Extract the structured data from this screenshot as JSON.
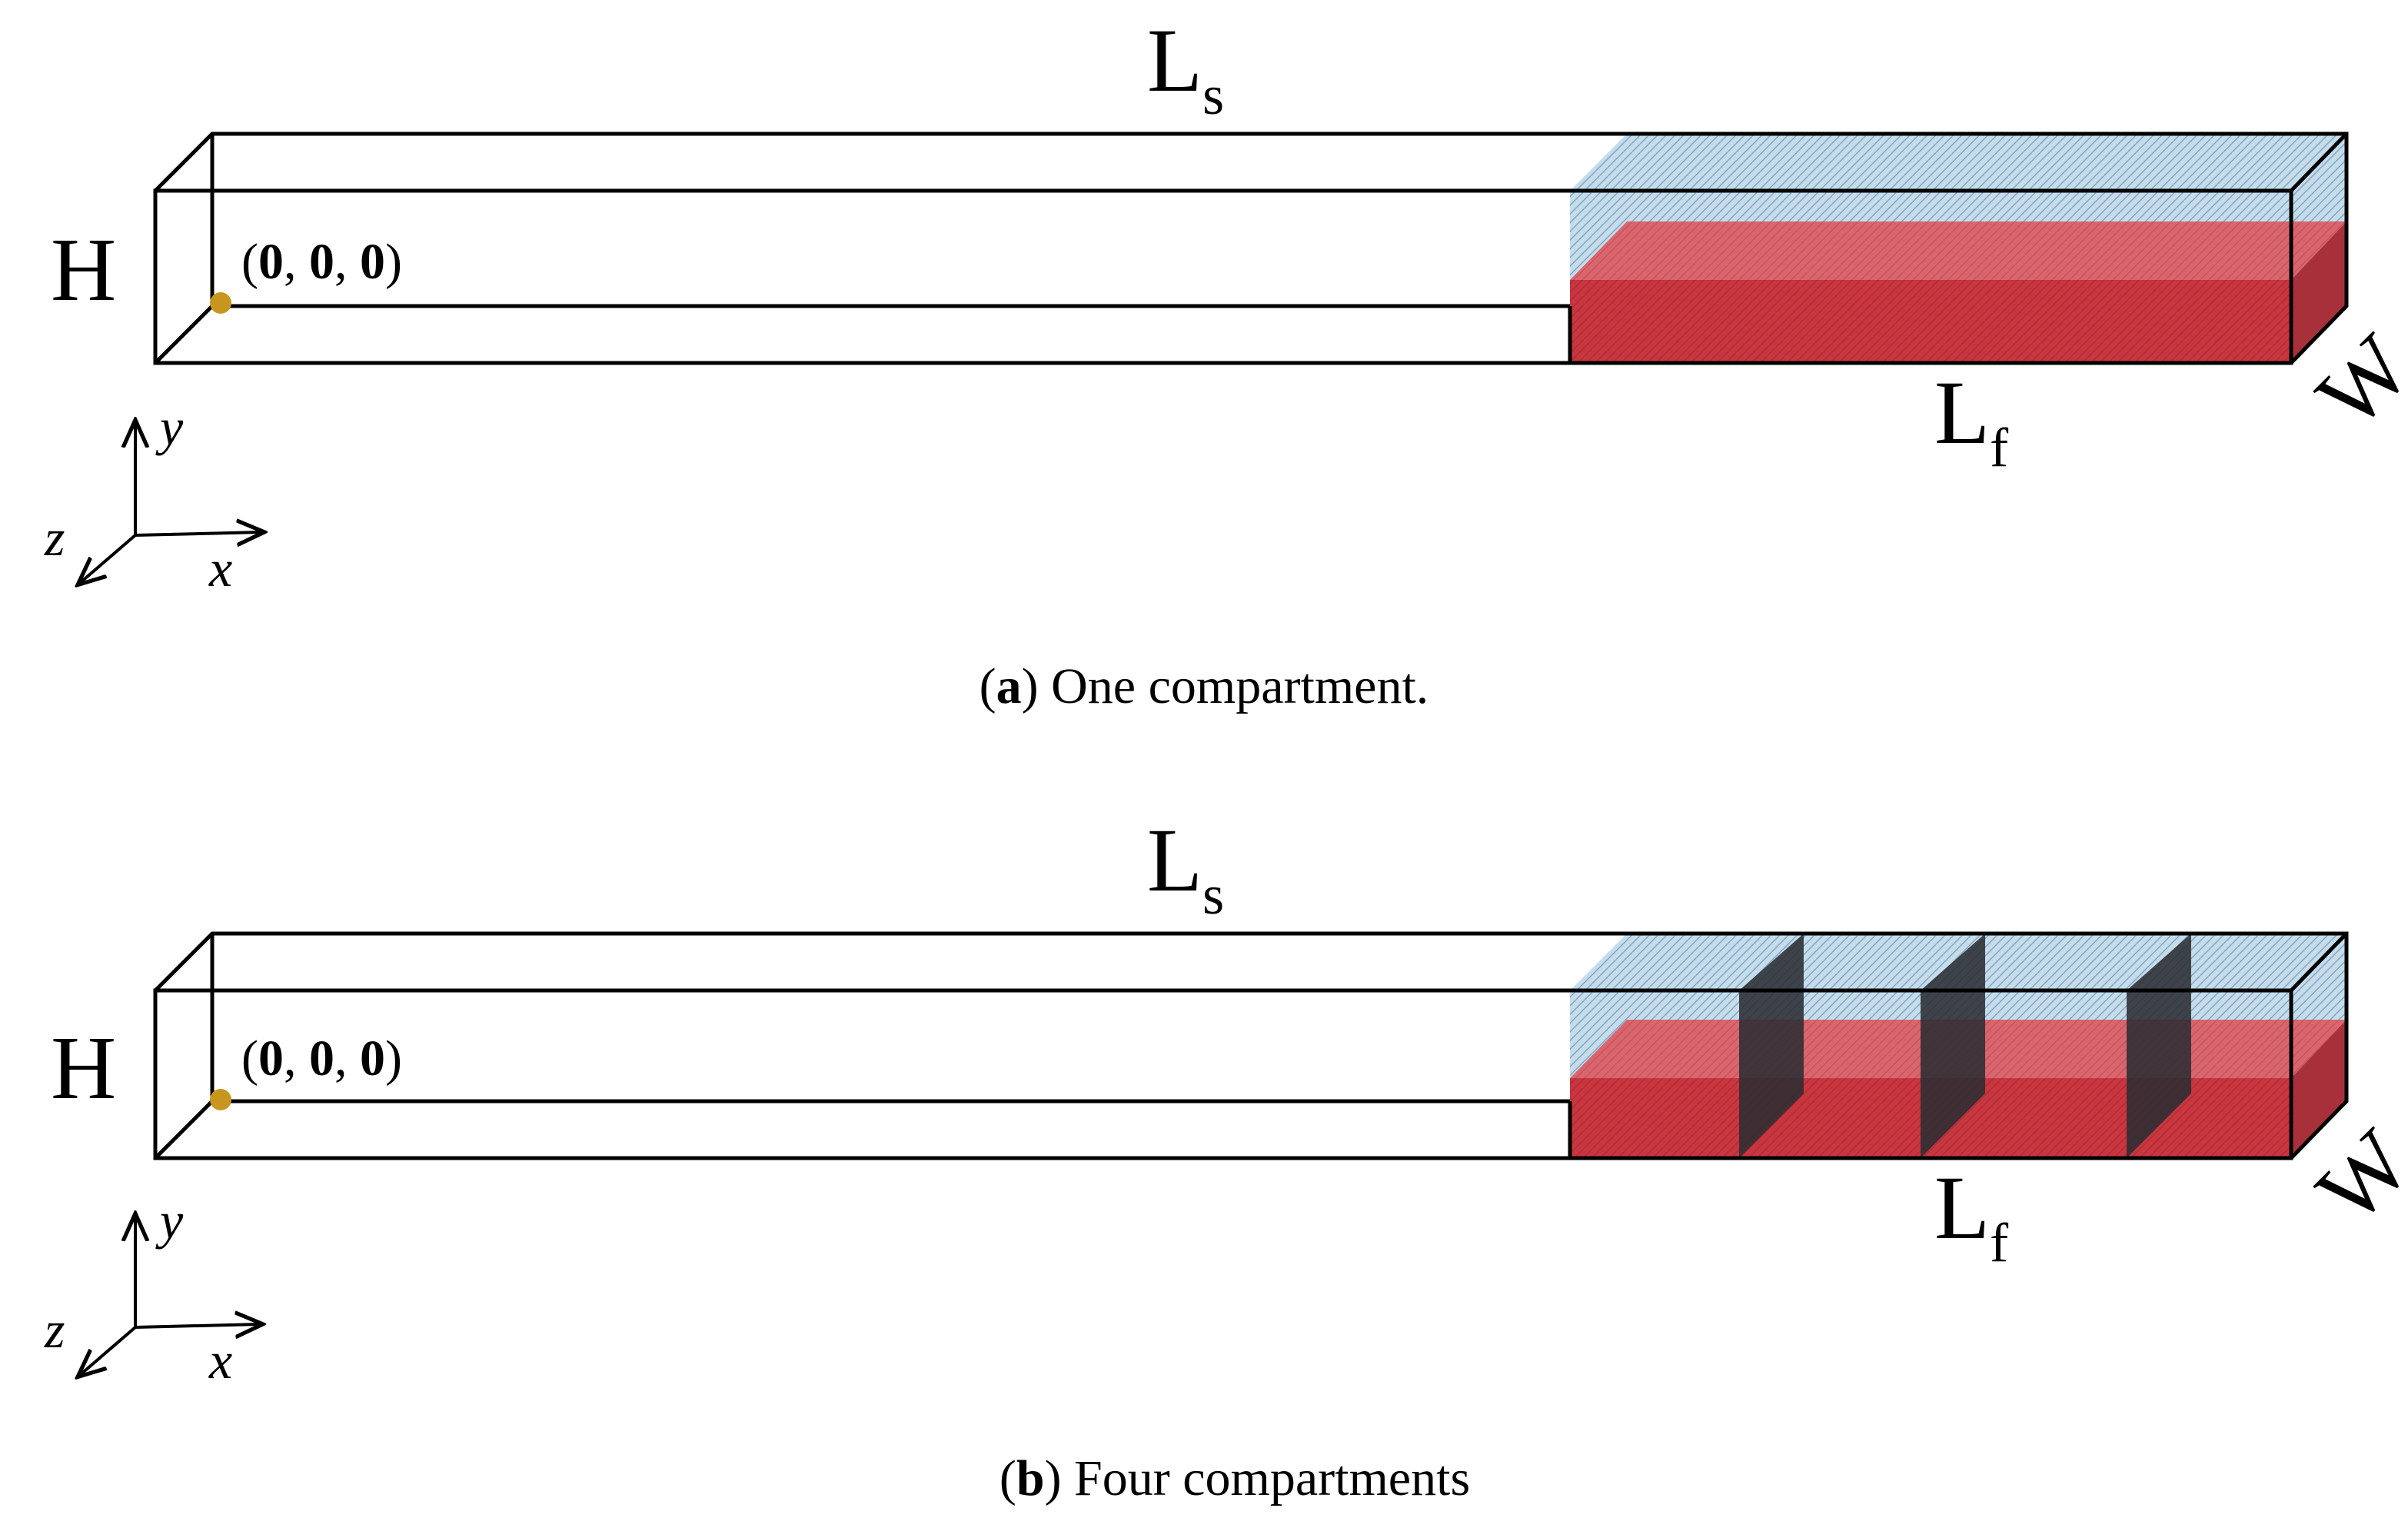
{
  "panels": [
    {
      "id": "a",
      "caption_letter": "a",
      "caption_text": " One compartment.",
      "labels": {
        "length_solid_main": "L",
        "length_solid_sub": "s",
        "length_fluid_main": "L",
        "length_fluid_sub": "f",
        "height": "H",
        "width": "W"
      },
      "origin": {
        "open": "(",
        "v1": "0",
        "v2": "0",
        "v3": "0",
        "close": ")",
        "sep": ", "
      },
      "axes": {
        "x": "x",
        "y": "y",
        "z": "z"
      },
      "baffle_count": 0
    },
    {
      "id": "b",
      "caption_letter": "b",
      "caption_text": " Four compartments",
      "labels": {
        "length_solid_main": "L",
        "length_solid_sub": "s",
        "length_fluid_main": "L",
        "length_fluid_sub": "f",
        "height": "H",
        "width": "W"
      },
      "origin": {
        "open": "(",
        "v1": "0",
        "v2": "0",
        "v3": "0",
        "close": ")",
        "sep": ", "
      },
      "axes": {
        "x": "x",
        "y": "y",
        "z": "z"
      },
      "baffle_count": 3
    }
  ],
  "colors": {
    "liquid": "#c8363f",
    "liquid_top": "#d9666e",
    "gas": "#a9c8dc",
    "baffle": "#2b2d33",
    "origin_point": "#c8961e",
    "outline": "#000000"
  }
}
